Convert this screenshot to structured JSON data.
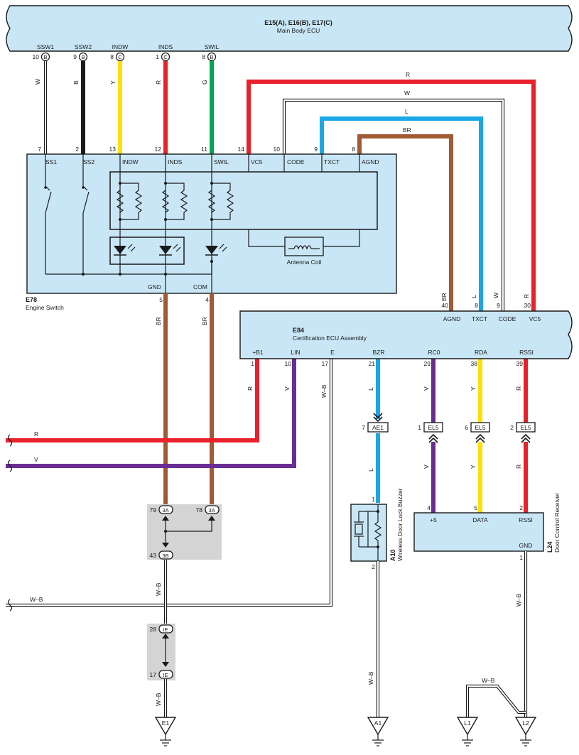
{
  "main_body_ecu": {
    "title": "E15(A), E16(B), E17(C)",
    "subtitle": "Main Body ECU",
    "terminals": [
      {
        "name": "SSW1",
        "pin": "10",
        "conn": "B"
      },
      {
        "name": "SSW2",
        "pin": "9",
        "conn": "B"
      },
      {
        "name": "INDW",
        "pin": "8",
        "conn": "C"
      },
      {
        "name": "INDS",
        "pin": "1",
        "conn": "C"
      },
      {
        "name": "SWIL",
        "pin": "8",
        "conn": "B"
      }
    ]
  },
  "engine_switch": {
    "code": "E78",
    "name": "Engine Switch",
    "terminals": [
      {
        "name": "SS1",
        "pin": "7"
      },
      {
        "name": "SS2",
        "pin": "2"
      },
      {
        "name": "INDW",
        "pin": "13"
      },
      {
        "name": "INDS",
        "pin": "12"
      },
      {
        "name": "SWIL",
        "pin": "11"
      },
      {
        "name": "VC5",
        "pin": "14"
      },
      {
        "name": "CODE",
        "pin": "10"
      },
      {
        "name": "TXCT",
        "pin": "9"
      },
      {
        "name": "AGND",
        "pin": "8"
      }
    ],
    "bottom_terminals": [
      {
        "name": "GND",
        "pin": "5"
      },
      {
        "name": "COM",
        "pin": "4"
      }
    ],
    "antenna_label": "Antenna Coil"
  },
  "cert_ecu": {
    "code": "E84",
    "name": "Certification ECU Assembly",
    "top_terminals": [
      {
        "name": "AGND",
        "pin": "40"
      },
      {
        "name": "TXCT",
        "pin": "8"
      },
      {
        "name": "CODE",
        "pin": "9"
      },
      {
        "name": "VC5",
        "pin": "30"
      }
    ],
    "bottom_terminals": [
      {
        "name": "+B1",
        "pin": "1"
      },
      {
        "name": "LIN",
        "pin": "10"
      },
      {
        "name": "E",
        "pin": "17"
      },
      {
        "name": "BZR",
        "pin": "21"
      },
      {
        "name": "RC0",
        "pin": "29"
      },
      {
        "name": "RDA",
        "pin": "38"
      },
      {
        "name": "RSSI",
        "pin": "39"
      }
    ]
  },
  "wire_colors": {
    "W": "W",
    "B": "B",
    "Y": "Y",
    "R": "R",
    "G": "G",
    "L": "L",
    "BR": "BR",
    "V": "V",
    "WB": "W–B"
  },
  "connectors": {
    "ae1": {
      "pin": "7",
      "name": "AE1"
    },
    "el5": [
      {
        "pin": "1",
        "name": "EL5"
      },
      {
        "pin": "6",
        "name": "EL5"
      },
      {
        "pin": "2",
        "name": "EL5"
      }
    ],
    "j3a_left": {
      "pin": "79",
      "name": "3A"
    },
    "j3a_right": {
      "pin": "78",
      "name": "3A"
    },
    "j3b": {
      "pin": "43",
      "name": "3B"
    },
    "jie_top": {
      "pin": "28",
      "name": "IE"
    },
    "jie_bot": {
      "pin": "17",
      "name": "IE"
    }
  },
  "buzzer": {
    "code": "A10",
    "name": "Wireless Door Lock Buzzer",
    "pin_top": "1",
    "pin_bot": "2"
  },
  "receiver": {
    "code": "L24",
    "name": "Door Control Receiver",
    "terminals": [
      {
        "name": "+5",
        "pin": "4"
      },
      {
        "name": "DATA",
        "pin": "5"
      },
      {
        "name": "RSSI",
        "pin": "2"
      }
    ],
    "gnd": {
      "name": "GND",
      "pin": "1"
    }
  },
  "grounds": [
    "E1",
    "A1",
    "L1",
    "L2"
  ],
  "colors": {
    "red": "#e8212b",
    "black": "#1a1a1a",
    "yellow": "#ffe100",
    "green": "#00a650",
    "blue": "#1aa7e6",
    "brown": "#a25a35",
    "violet": "#6a2d91",
    "box_fill": "#c9e6f6"
  }
}
